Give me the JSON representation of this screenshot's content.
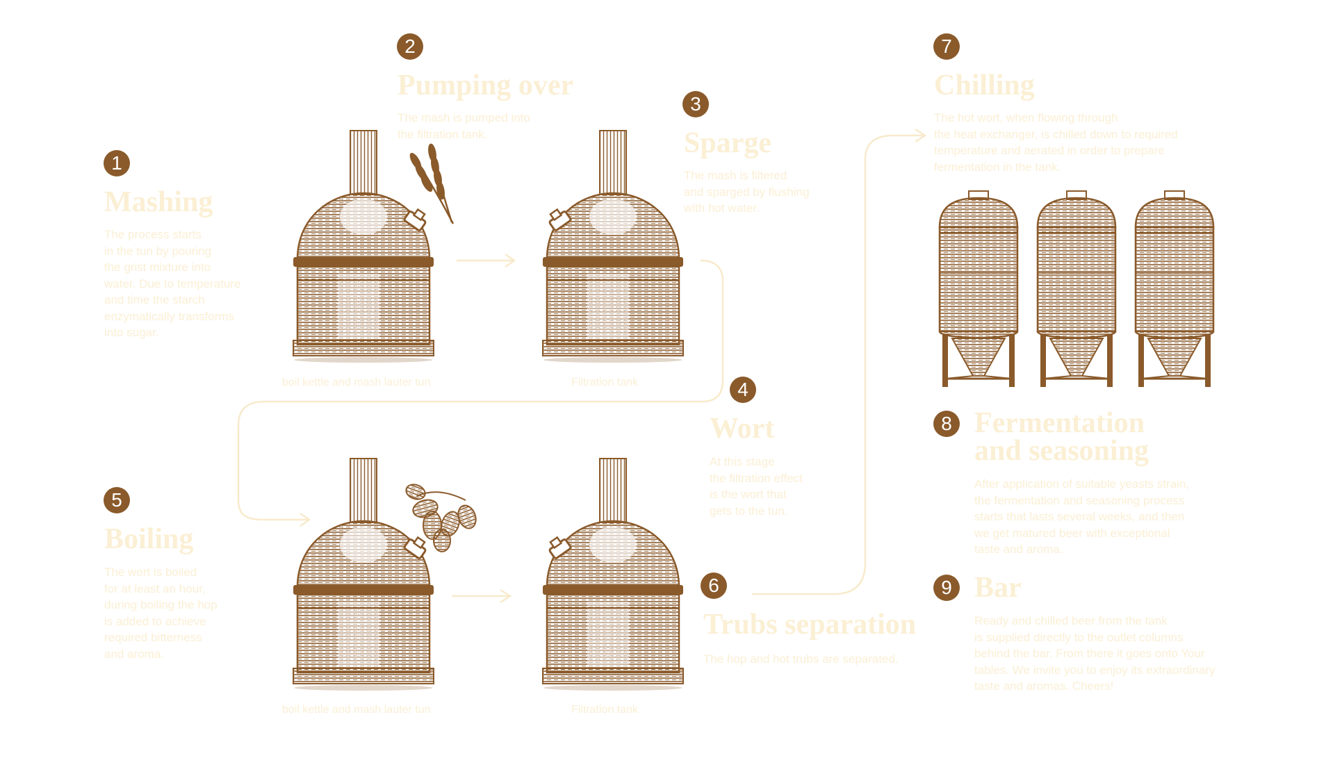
{
  "colors": {
    "illustration": "#8a5a2b",
    "text": "#fbefd4",
    "connector": "#f8eacb",
    "badge_text": "#ffffff"
  },
  "steps": [
    {
      "number": "1",
      "title": "Mashing",
      "description": "The process starts\nin the tun by pouring\nthe grist mixture into\nwater. Due to temperature\nand time the starch\nenzymatically transforms\ninto sugar."
    },
    {
      "number": "2",
      "title": "Pumping over",
      "description": "The mash is pumped into\nthe filtration tank."
    },
    {
      "number": "3",
      "title": "Sparge",
      "description": "The mash is filtered\nand sparged by flushing\nwith hot water."
    },
    {
      "number": "4",
      "title": "Wort",
      "description": "At this stage\nthe filtration effect\nis the wort that\ngets to the tun."
    },
    {
      "number": "5",
      "title": "Boiling",
      "description": "The wort is boiled\nfor at least an hour,\nduring boiling the hop\nis added to achieve\nrequired bitterness\nand aroma."
    },
    {
      "number": "6",
      "title": "Trubs separation",
      "description": "The hop and hot trubs are separated."
    },
    {
      "number": "7",
      "title": "Chilling",
      "description": "The hot wort, when flowing through\nthe heat exchanger, is chilled down to required\ntemperature and aerated in order to prepare\nfermentation in the tank."
    },
    {
      "number": "8",
      "title": "Fermentation\nand seasoning",
      "description": "After application of suitable yeasts strain,\nthe fermentation and seasoning process\nstarts that lasts several weeks, and then\nwe get matured beer with exceptional\ntaste and aroma."
    },
    {
      "number": "9",
      "title": "Bar",
      "description": "Ready and chilled beer from the tank\nis supplied directly to the outlet columns\nbehind the bar. From there it goes onto Your\ntables. We invite you to enjoy its extraordinary\ntaste and aromas. Cheers!"
    }
  ],
  "captions": {
    "kettle_top": "boil kettle and mash lauter tun",
    "filtration_top": "Filtration tank",
    "kettle_bottom": "boil kettle and mash lauter tun",
    "filtration_bottom": "Filtration tank"
  },
  "icons": [
    "wheat-icon",
    "hops-icon"
  ]
}
